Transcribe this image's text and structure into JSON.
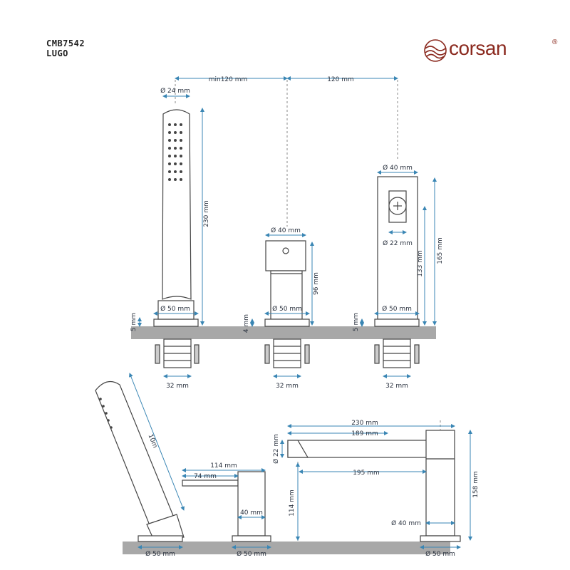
{
  "header": {
    "product_code": "CMB7542",
    "model_name": "LUGO"
  },
  "brand": {
    "name": "corsan",
    "registered": "®",
    "color": "#8b2a1f"
  },
  "colors": {
    "dimension": "#3a86b4",
    "outline": "#444444",
    "counter": "#a8a8a8"
  },
  "top_dims": {
    "spacing_min": "min120 mm",
    "spacing": "120 mm"
  },
  "hand_shower": {
    "top_dia": "Ø 24 mm",
    "height": "230 mm",
    "base_dia": "Ø 50 mm",
    "gap": "5 mm",
    "thread": "32 mm"
  },
  "diverter": {
    "top_dia": "Ø 40 mm",
    "height": "96 mm",
    "base_dia": "Ø 50 mm",
    "gap": "4 mm",
    "thread": "32 mm"
  },
  "mixer": {
    "top_dia": "Ø 40 mm",
    "handle_dia": "Ø 22 mm",
    "height_body": "133 mm",
    "height_total": "165 mm",
    "base_dia": "Ø 50 mm",
    "gap": "5 mm",
    "thread": "32 mm"
  },
  "side_view": {
    "hand_length": "10m",
    "hand_base": "Ø 50 mm",
    "lever_length": "114 mm",
    "lever_short": "74 mm",
    "lever_body": "40 mm",
    "lever_base": "Ø 50 mm",
    "spout_total": "230 mm",
    "spout_reach": "189 mm",
    "spout_inner": "195 mm",
    "spout_dia": "Ø 22 mm",
    "spout_height": "114 mm",
    "spout_body": "Ø 40 mm",
    "spout_total_height": "158 mm",
    "spout_base": "Ø 50 mm"
  }
}
